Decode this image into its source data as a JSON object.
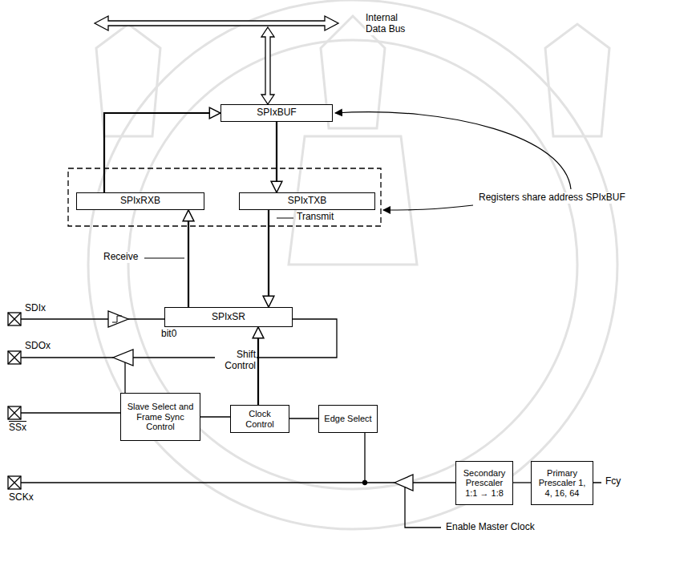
{
  "diagram": {
    "nodes": [
      {
        "text": [
          "SPIxBUF"
        ]
      },
      {
        "text": [
          "SPIxRXB"
        ]
      },
      {
        "text": [
          "SPIxTXB"
        ]
      },
      {
        "text": [
          "SPIxSR"
        ]
      },
      {
        "text": [
          "Slave Select and Frame Sync Control"
        ]
      },
      {
        "text": [
          "Clock Control"
        ]
      },
      {
        "text": [
          "Edge Select"
        ]
      },
      {
        "text": [
          "Secondary Prescaler 1:1 → 1:8"
        ]
      },
      {
        "text": [
          "Primary Prescaler 1, 4, 16, 64"
        ]
      }
    ],
    "edges": [
      {
        "from": 1,
        "to": 0,
        "arrow": "to"
      },
      {
        "from": 0,
        "to": 2,
        "arrow": "to"
      },
      {
        "from": 2,
        "to": 3,
        "arrow": "to"
      },
      {
        "from": 3,
        "to": 1,
        "arrow": "to"
      },
      {
        "from": 5,
        "to": 3,
        "arrow": "to"
      },
      {
        "from": 4,
        "to": 5,
        "arrow": "none"
      },
      {
        "from": 6,
        "to": 5,
        "arrow": "none"
      },
      {
        "from": 8,
        "to": 7,
        "arrow": "none"
      }
    ],
    "labels": [
      "Internal Data Bus",
      "Registers share address SPIxBUF",
      "Transmit",
      "Receive",
      "bit0",
      "Shift Control",
      "SDIx",
      "SDOx",
      "SSx",
      "SCKx",
      "Enable Master Clock",
      "Fcy"
    ]
  }
}
